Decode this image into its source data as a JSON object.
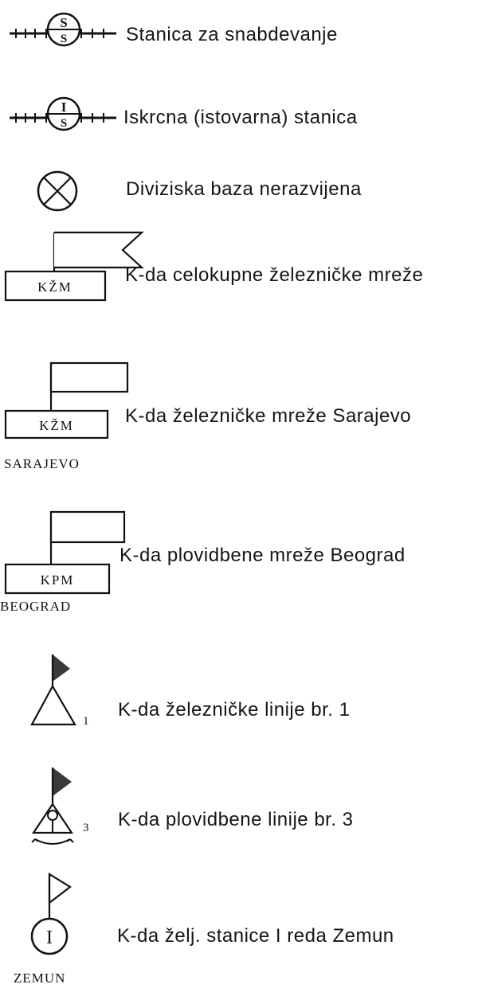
{
  "legend": [
    {
      "symbol": "supply-station",
      "mark_top": "S",
      "mark_bottom": "S",
      "label": "Stanica za snabdevanje"
    },
    {
      "symbol": "unloading-station",
      "mark_top": "I",
      "mark_bottom": "S",
      "label": "Iskrcna (istovarna) stanica"
    },
    {
      "symbol": "crossed-circle",
      "label": "Diviziska baza nerazvijena"
    },
    {
      "symbol": "command-flag-swallowtail",
      "box_text": "KŽM",
      "label": "K-da celokupne železničke mreže"
    },
    {
      "symbol": "command-flag-rect",
      "box_text": "KŽM",
      "place": "SARAJEVO",
      "label": "K-da železničke mreže Sarajevo"
    },
    {
      "symbol": "command-flag-rect",
      "box_text": "KPM",
      "place": "BEOGRAD",
      "label": "K-da plovidbene mreže Beograd"
    },
    {
      "symbol": "triangle-pennant",
      "number": "1",
      "label": "K-da železničke linije br. 1"
    },
    {
      "symbol": "anchor-triangle-pennant",
      "number": "3",
      "label": "K-da plovidbene linije br. 3"
    },
    {
      "symbol": "circle-pennant",
      "circle_text": "I",
      "place": "ZEMUN",
      "label": "K-da želj. stanice I reda Zemun"
    }
  ]
}
